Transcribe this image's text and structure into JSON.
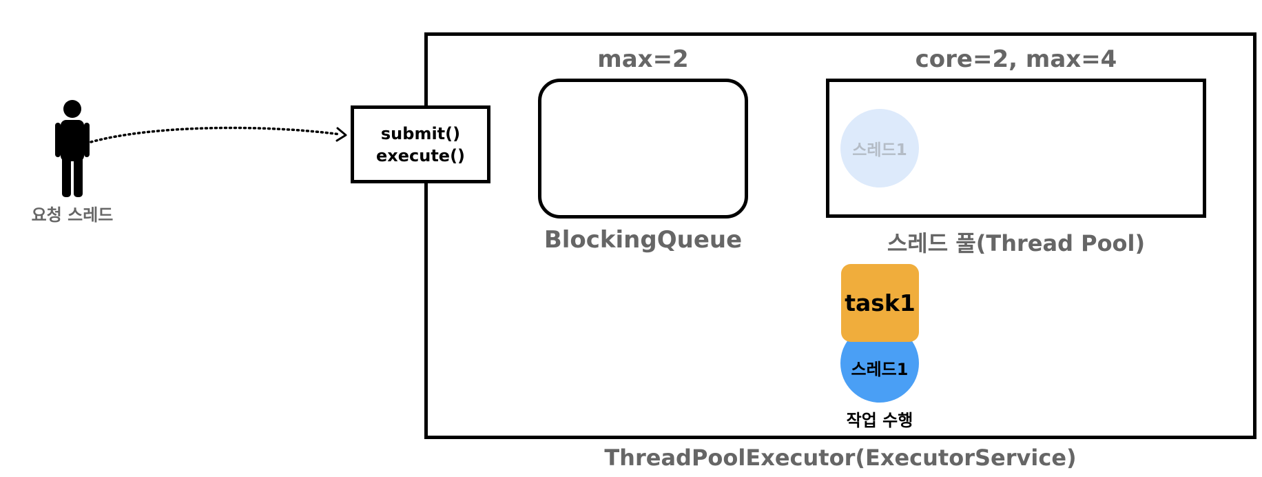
{
  "requester": {
    "label": "요청 스레드"
  },
  "submit_box": {
    "line1": "submit()",
    "line2": "execute()"
  },
  "executor": {
    "label": "ThreadPoolExecutor(ExecutorService)"
  },
  "queue": {
    "max_label": "max=2",
    "name": "BlockingQueue"
  },
  "pool": {
    "size_label": "core=2, max=4",
    "name": "스레드 풀(Thread Pool)",
    "idle_thread_label": "스레드1"
  },
  "running": {
    "task_label": "task1",
    "thread_label": "스레드1",
    "status_label": "작업 수행"
  },
  "colors": {
    "task": "#f0ad3c",
    "thread_active": "#4a9ff5",
    "thread_idle": "#ddeafb",
    "label_gray": "#666666"
  }
}
